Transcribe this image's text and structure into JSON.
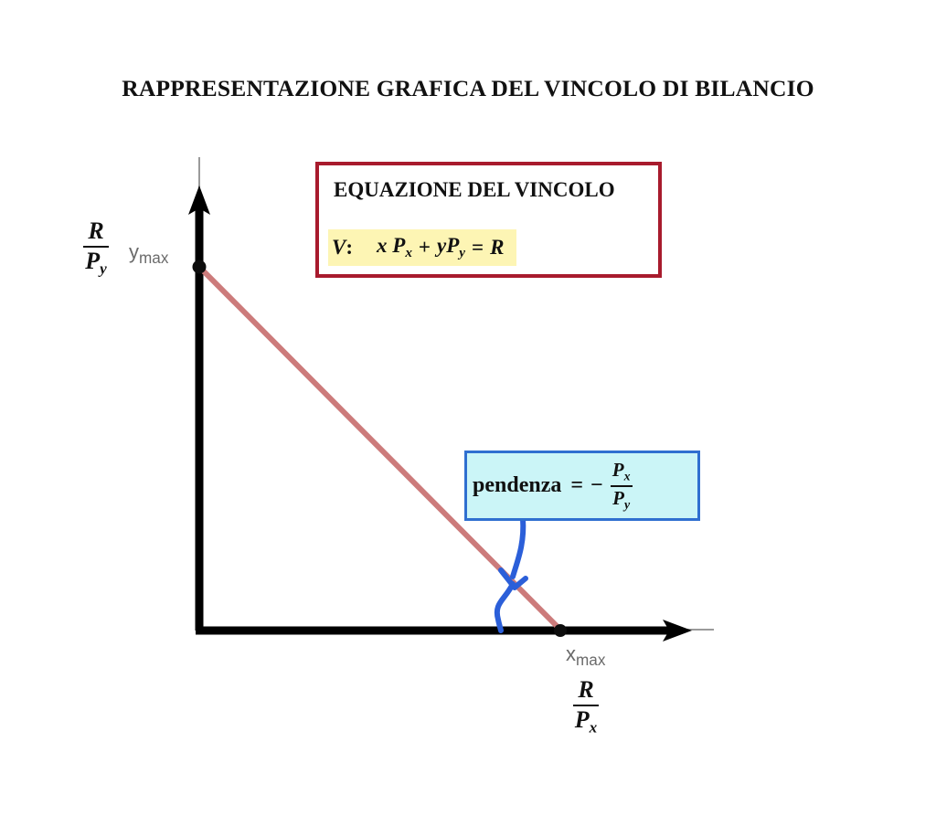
{
  "page": {
    "title": "RAPPRESENTAZIONE GRAFICA DEL VINCOLO DI BILANCIO",
    "background": "#ffffff"
  },
  "equation_box": {
    "heading": "EQUAZIONE DEL VINCOLO",
    "formula": {
      "name": "V",
      "colon": ":",
      "term_x": "x P",
      "term_x_sub": "x",
      "plus": "+",
      "term_y": "yP",
      "term_y_sub": "y",
      "equals": "=",
      "right": "R",
      "full_text": "V:  x Px + yPy = R"
    },
    "border_color": "#a81b2d",
    "highlight_color": "#fdf5b4"
  },
  "slope_box": {
    "label": "pendenza",
    "equals": "=",
    "minus": "−",
    "fraction": {
      "numerator": "P",
      "numerator_sub": "x",
      "denominator": "P",
      "denominator_sub": "y"
    },
    "full_text": "pendenza = − Px/Py",
    "border_color": "#2f6fd0",
    "fill_color": "#cbf5f7"
  },
  "axes": {
    "y_intercept": {
      "gray_label": "y",
      "gray_label_sub": "max",
      "fraction": {
        "numerator": "R",
        "denominator": "P",
        "denominator_sub": "y"
      },
      "fraction_text": "R/Py"
    },
    "x_intercept": {
      "gray_label": "x",
      "gray_label_sub": "max",
      "fraction": {
        "numerator": "R",
        "denominator": "P",
        "denominator_sub": "x"
      },
      "fraction_text": "R/Px"
    },
    "axis_color": "#000000",
    "gray_label_color": "#6b6b6b"
  },
  "chart_data": {
    "type": "line",
    "title": "RAPPRESENTAZIONE GRAFICA DEL VINCOLO DI BILANCIO",
    "xlabel": "x",
    "ylabel": "y",
    "series": [
      {
        "name": "Vincolo di bilancio",
        "color": "#cc7b7b",
        "points": [
          {
            "x": 0,
            "y": 1,
            "label": "R/Py"
          },
          {
            "x": 1,
            "y": 0,
            "label": "R/Px"
          }
        ]
      }
    ],
    "annotations": [
      {
        "text": "pendenza = − Px/Py",
        "target": "budget-line"
      },
      {
        "text": "V:  x Px + yPy = R",
        "target": "equation"
      }
    ],
    "markers": [
      {
        "name": "y-intercept-dot",
        "x": 0,
        "y": 1
      },
      {
        "name": "x-intercept-dot",
        "x": 1,
        "y": 0
      }
    ],
    "grid": false,
    "legend": "none"
  }
}
